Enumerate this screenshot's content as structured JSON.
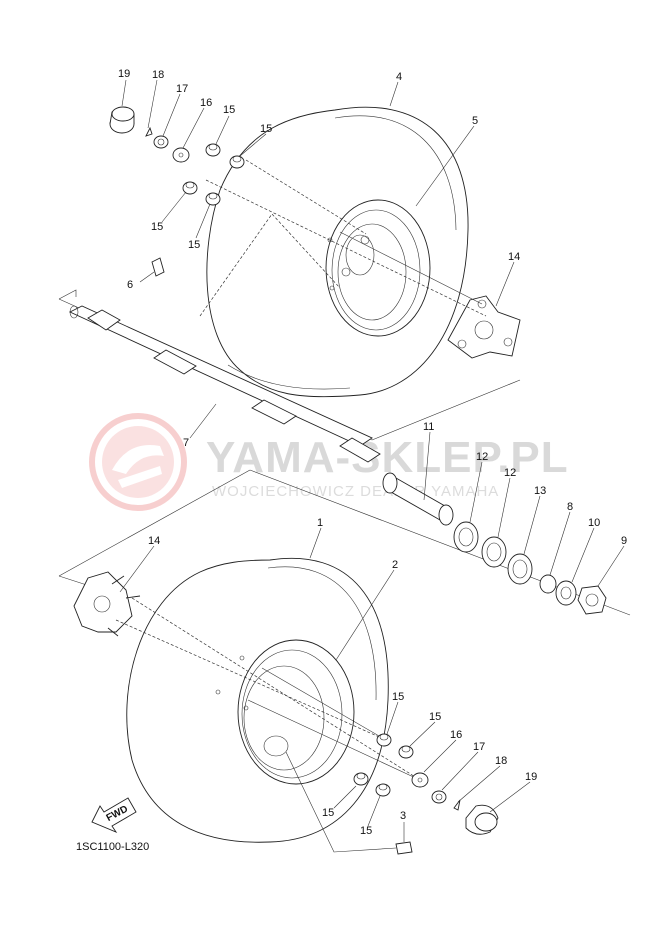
{
  "diagram_code": "1SC1100-L320",
  "fwd_label": "FWD",
  "watermark": {
    "title": "YAMA-SKLEP.PL",
    "subtitle": "WOJCIECHOWICZ DEALER YAMAHA"
  },
  "callouts": {
    "upper_19": "19",
    "upper_18": "18",
    "upper_17": "17",
    "upper_16": "16",
    "upper_15_a": "15",
    "upper_15_b": "15",
    "upper_15_c": "15",
    "upper_15_d": "15",
    "upper_4": "4",
    "upper_5": "5",
    "upper_6": "6",
    "upper_14": "14",
    "axle_7": "7",
    "axle_11": "11",
    "axle_12_a": "12",
    "axle_12_b": "12",
    "axle_13": "13",
    "axle_8": "8",
    "axle_10": "10",
    "axle_9": "9",
    "lower_1": "1",
    "lower_2": "2",
    "lower_14": "14",
    "lower_15_a": "15",
    "lower_15_b": "15",
    "lower_15_c": "15",
    "lower_15_d": "15",
    "lower_16": "16",
    "lower_17": "17",
    "lower_18": "18",
    "lower_19": "19",
    "lower_3": "3"
  }
}
